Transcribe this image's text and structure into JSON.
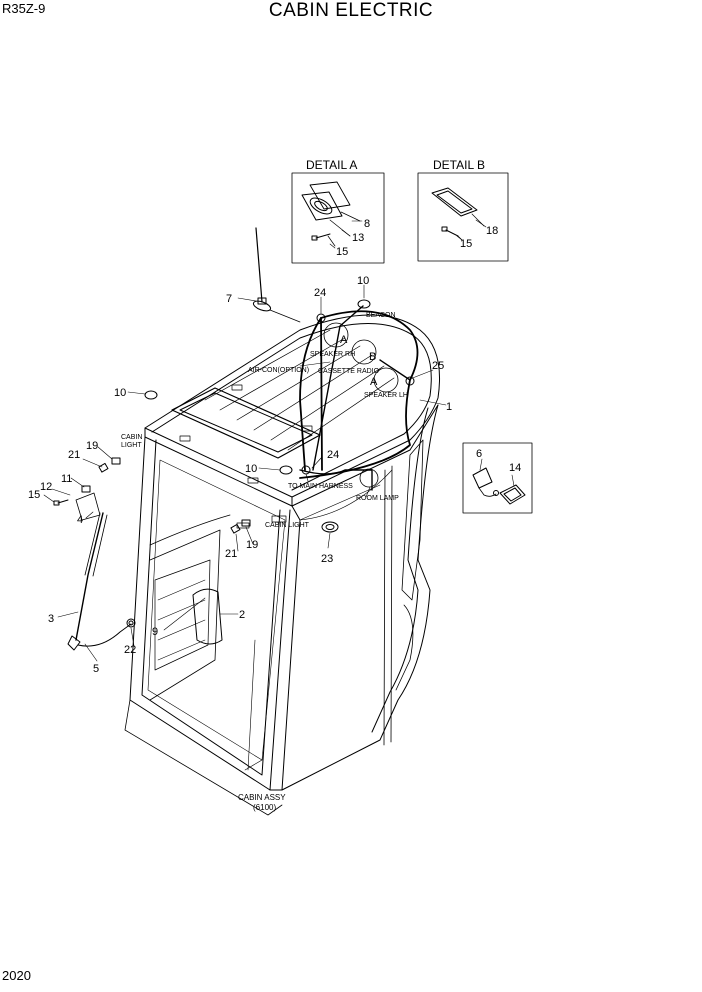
{
  "header": {
    "model": "R35Z-9",
    "title": "CABIN ELECTRIC"
  },
  "footer": {
    "page_number": "2020"
  },
  "details": {
    "a_title": "DETAIL A",
    "b_title": "DETAIL B",
    "marker_a": "A",
    "marker_b": "B"
  },
  "labels": {
    "beacon": "BEACON",
    "speaker_rh": "SPEAKER RH",
    "air_con_option": "AIR-CON(OPTION)",
    "cassette_radio": "CASSETTE RADIO",
    "speaker_lh": "SPEAKER LH",
    "cabin_light_1": "CABIN",
    "cabin_light_2": "LIGHT",
    "cabin_light_inline": "CABIN LIGHT",
    "to_main_harness": "TO MAIN HARNESS",
    "room_lamp": "ROOM LAMP",
    "cabin_assy": "CABIN ASSY",
    "cabin_assy_no": "(6100)"
  },
  "callouts": {
    "n1": "1",
    "n2": "2",
    "n3": "3",
    "n4": "4",
    "n5": "5",
    "n6": "6",
    "n7": "7",
    "n8": "8",
    "n9": "9",
    "n10a": "10",
    "n10b": "10",
    "n10c": "10",
    "n11": "11",
    "n12": "12",
    "n13": "13",
    "n14": "14",
    "n15a": "15",
    "n15b": "15",
    "n15c": "15",
    "n18": "18",
    "n19a": "19",
    "n19b": "19",
    "n21a": "21",
    "n21b": "21",
    "n22": "22",
    "n23": "23",
    "n24a": "24",
    "n24b": "24",
    "n25": "25"
  }
}
